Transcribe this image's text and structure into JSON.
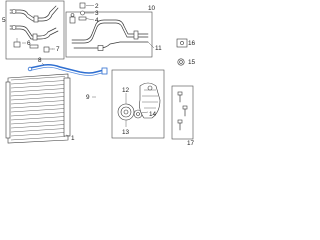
{
  "callouts": [
    {
      "id": "c1",
      "label": "1"
    },
    {
      "id": "c2",
      "label": "2"
    },
    {
      "id": "c3",
      "label": "3"
    },
    {
      "id": "c4",
      "label": "4"
    },
    {
      "id": "c5",
      "label": "5"
    },
    {
      "id": "c6",
      "label": "6"
    },
    {
      "id": "c7",
      "label": "7"
    },
    {
      "id": "c8",
      "label": "8"
    },
    {
      "id": "c9",
      "label": "9"
    },
    {
      "id": "c10",
      "label": "10"
    },
    {
      "id": "c11",
      "label": "11"
    },
    {
      "id": "c12",
      "label": "12"
    },
    {
      "id": "c13",
      "label": "13"
    },
    {
      "id": "c14",
      "label": "14"
    },
    {
      "id": "c15",
      "label": "15"
    },
    {
      "id": "c16",
      "label": "16"
    },
    {
      "id": "c17",
      "label": "17"
    }
  ],
  "colors": {
    "line": "#3a3a3a",
    "highlight": "#2f6fd1",
    "box": "#4a4a4a"
  }
}
